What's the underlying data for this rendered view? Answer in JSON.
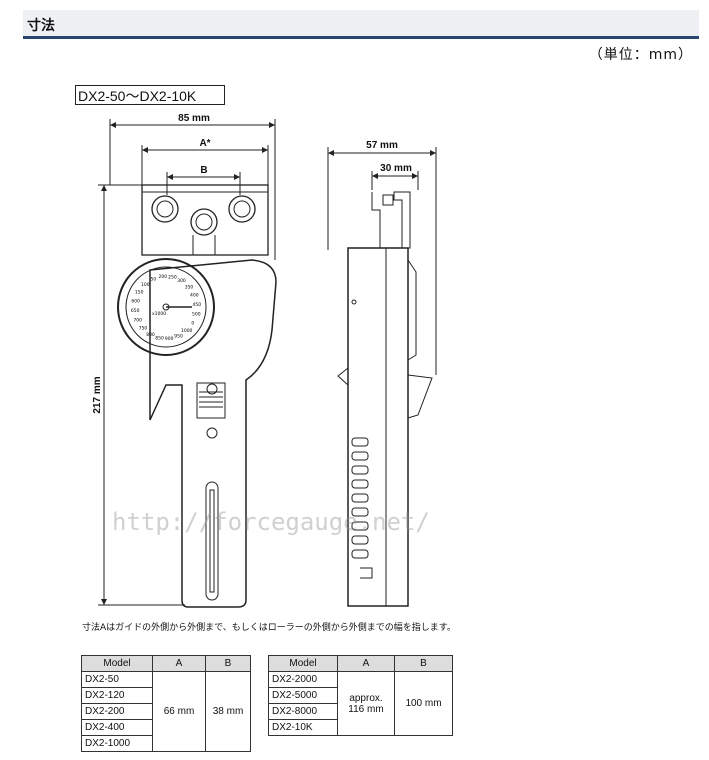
{
  "header": {
    "title": "寸法"
  },
  "unit_label": "（単位：mm）",
  "model_range": "DX2-50〜DX2-10K",
  "dimensions": {
    "width_total": "85 mm",
    "width_a": "A*",
    "width_b": "B",
    "height": "217 mm",
    "depth_total": "57 mm",
    "depth_guide": "30 mm"
  },
  "dial_labels": [
    "150",
    "100",
    "50",
    "200",
    "250",
    "300",
    "350",
    "400",
    "450",
    "500",
    "0",
    "1000",
    "950",
    "900",
    "850",
    "800",
    "750",
    "700",
    "650",
    "600",
    "550",
    "x1000"
  ],
  "watermark": "http://forcegauge.net/",
  "note": "寸法Aはガイドの外側から外側まで、もしくはローラーの外側から外側までの幅を指します。",
  "table1": {
    "headers": [
      "Model",
      "A",
      "B"
    ],
    "models": [
      "DX2-50",
      "DX2-120",
      "DX2-200",
      "DX2-400",
      "DX2-1000"
    ],
    "a_value": "66 mm",
    "b_value": "38 mm"
  },
  "table2": {
    "headers": [
      "Model",
      "A",
      "B"
    ],
    "models": [
      "DX2-2000",
      "DX2-5000",
      "DX2-8000",
      "DX2-10K"
    ],
    "a_value": "approx. 116 mm",
    "b_value": "100 mm"
  }
}
